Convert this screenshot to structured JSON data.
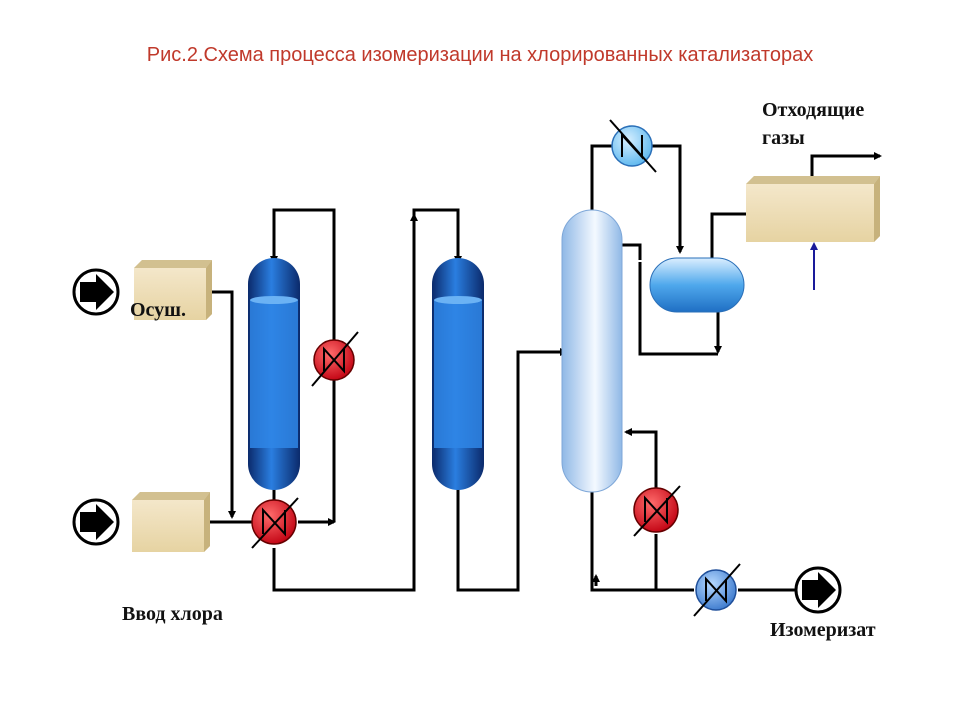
{
  "title": "Рис.2.Схема процесса изомеризации на хлорированных катализаторах",
  "labels": {
    "dryer": "Осуш.",
    "chlorine_input": "Ввод хлора",
    "off_gases_line1": "Отходящие",
    "off_gases_line2": "газы",
    "isomerate": "Изомеризат"
  },
  "colors": {
    "title": "#c0392b",
    "lines": "#000000",
    "reactor_blue": "#1f6fd1",
    "column_blue": "#bcd8f4",
    "heater_red": "#e3141c",
    "cooler_blue": "#5a8fd8",
    "block_sand": "#efe0b8"
  },
  "icons": [
    "arrow-in-icon",
    "heater-icon",
    "cooler-icon"
  ]
}
